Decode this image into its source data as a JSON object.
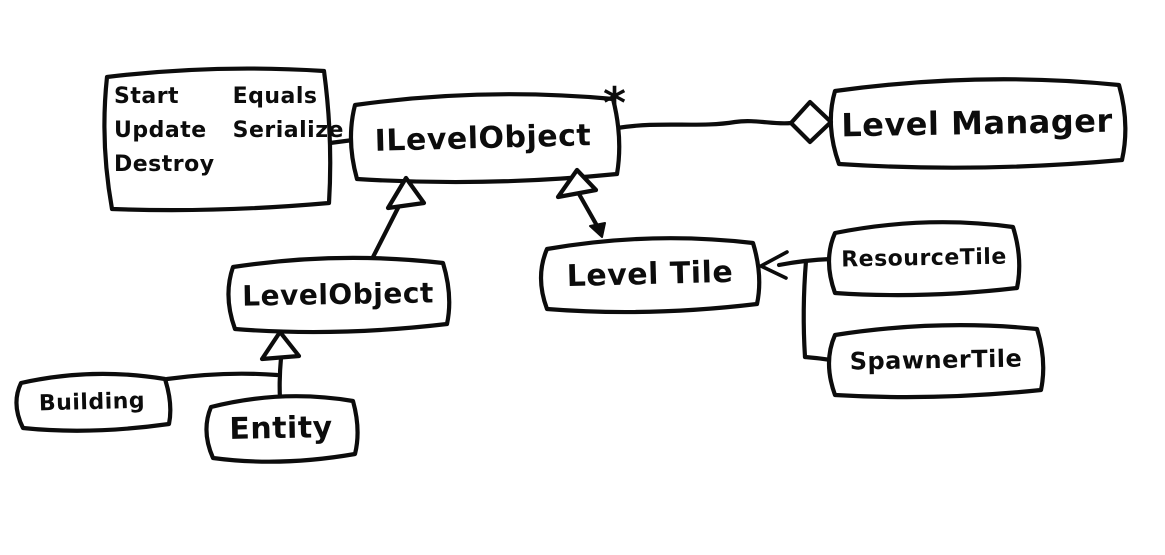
{
  "diagram": {
    "type": "uml-class-diagram",
    "style": "hand-drawn",
    "colors": {
      "ink": "#0c0c0c",
      "background": "#ffffff"
    },
    "nodes": {
      "interface_methods": {
        "column1": [
          "Start",
          "Update",
          "Destroy"
        ],
        "column2": [
          "Equals",
          "Serialize"
        ]
      },
      "ilevel_object": {
        "label": "ILevelObject"
      },
      "level_manager": {
        "label": "Level Manager"
      },
      "level_object": {
        "label": "LevelObject"
      },
      "level_tile": {
        "label": "Level Tile"
      },
      "resource_tile": {
        "label": "ResourceTile"
      },
      "spawner_tile": {
        "label": "SpawnerTile"
      },
      "building": {
        "label": "Building"
      },
      "entity": {
        "label": "Entity"
      }
    },
    "aggregation": {
      "multiplicity": "*"
    },
    "relationships": [
      {
        "from": "LevelObject",
        "to": "ILevelObject",
        "type": "inheritance"
      },
      {
        "from": "Level Tile",
        "to": "ILevelObject",
        "type": "inheritance"
      },
      {
        "from": "Building",
        "to": "LevelObject",
        "type": "inheritance"
      },
      {
        "from": "Entity",
        "to": "LevelObject",
        "type": "inheritance"
      },
      {
        "from": "ResourceTile",
        "to": "Level Tile",
        "type": "inheritance"
      },
      {
        "from": "SpawnerTile",
        "to": "Level Tile",
        "type": "inheritance"
      },
      {
        "from": "Level Manager",
        "to": "ILevelObject",
        "type": "aggregation",
        "multiplicity": "*"
      }
    ]
  }
}
